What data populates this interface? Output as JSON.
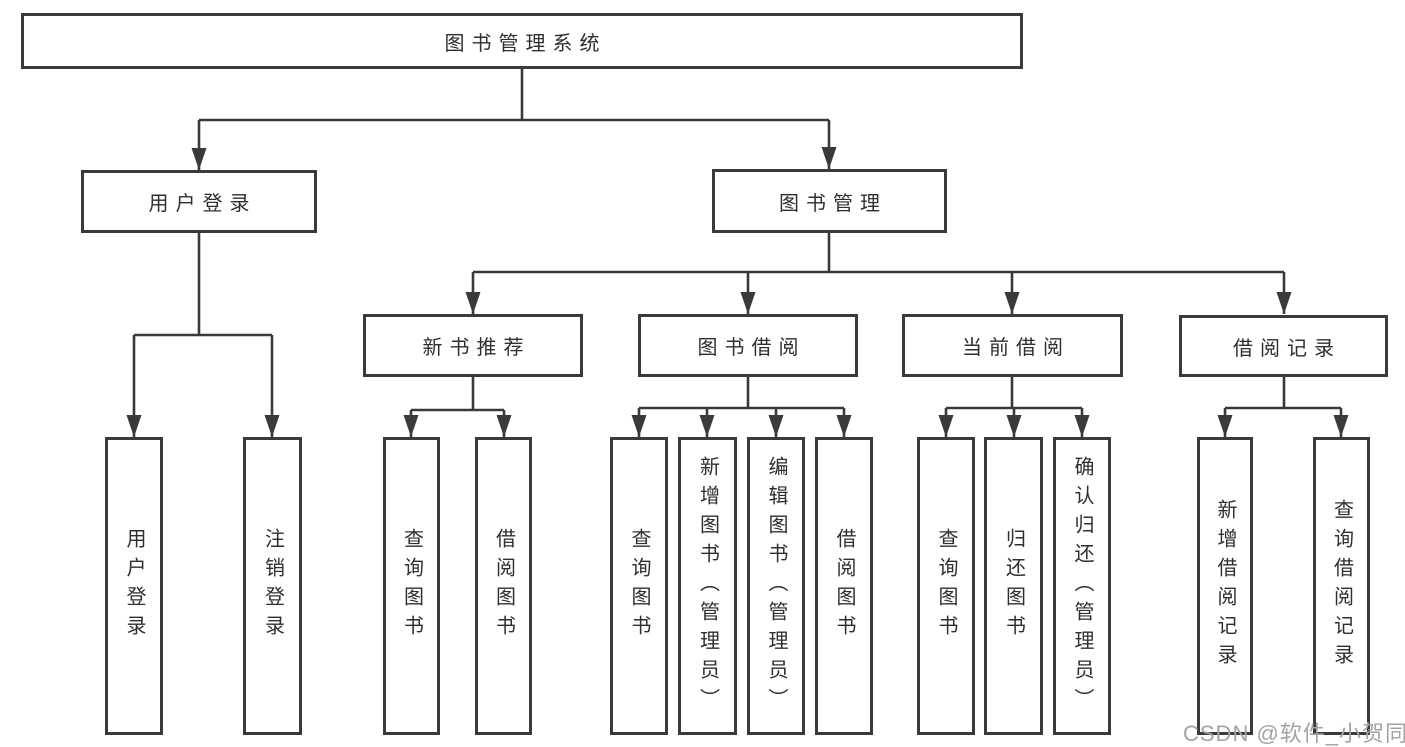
{
  "diagram": {
    "root": {
      "label": "图书管理系统"
    },
    "level2": [
      {
        "label": "用户登录"
      },
      {
        "label": "图书管理"
      }
    ],
    "level3": [
      {
        "label": "新书推荐"
      },
      {
        "label": "图书借阅"
      },
      {
        "label": "当前借阅"
      },
      {
        "label": "借阅记录"
      }
    ],
    "leaves": {
      "user": [
        "用户登录",
        "注销登录"
      ],
      "recommend": [
        "查询图书",
        "借阅图书"
      ],
      "borrow": [
        "查询图书",
        "新增图书（管理员）",
        "编辑图书（管理员）",
        "借阅图书"
      ],
      "current": [
        "查询图书",
        "归还图书",
        "确认归还（管理员）"
      ],
      "records": [
        "新增借阅记录",
        "查询借阅记录"
      ]
    },
    "line_color": "#3a3a3a",
    "text_color": "#2f2f2f"
  },
  "watermark": {
    "text": "CSDN @软件_小贺同学",
    "color": "#a3a3a3"
  }
}
